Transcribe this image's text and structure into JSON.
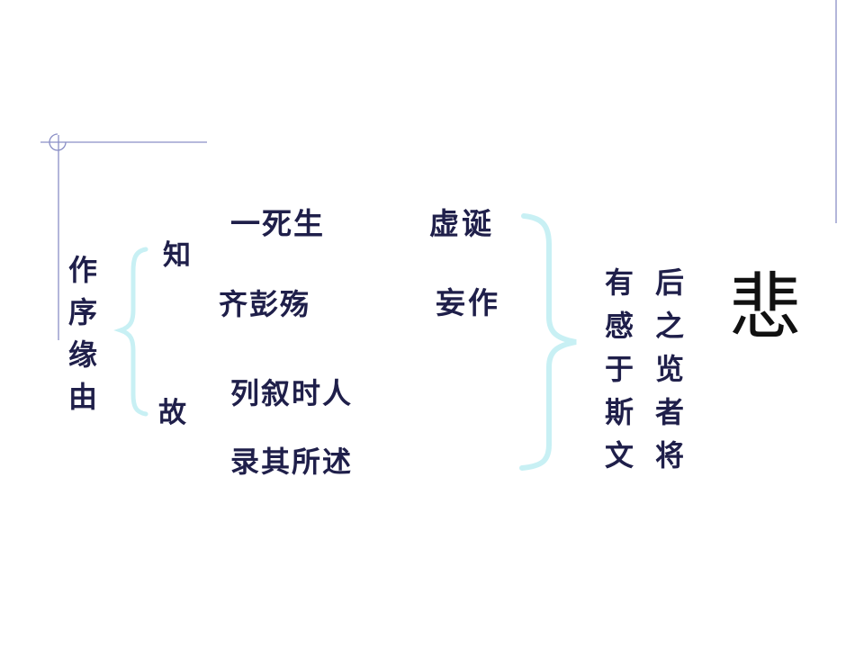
{
  "title_column": [
    "作",
    "序",
    "缘",
    "由"
  ],
  "branch_labels": {
    "top": "知",
    "bottom": "故"
  },
  "phrases": {
    "yi_si_sheng": "一死生",
    "qi_peng_shang": "齐彭殇",
    "lie_xu_shi_ren": "列叙时人",
    "lu_qi_suo_shu": "录其所述",
    "xu_dan": "虚诞",
    "wang_zuo": "妄作"
  },
  "right_columns": {
    "first": [
      "有",
      "感",
      "于",
      "斯",
      "文"
    ],
    "second": [
      "后",
      "之",
      "览",
      "者",
      "将"
    ]
  },
  "conclusion": "悲",
  "colors": {
    "text": "#1f1f4a",
    "brace": "#c8f0f4",
    "decor_line": "#8a8fc6"
  }
}
